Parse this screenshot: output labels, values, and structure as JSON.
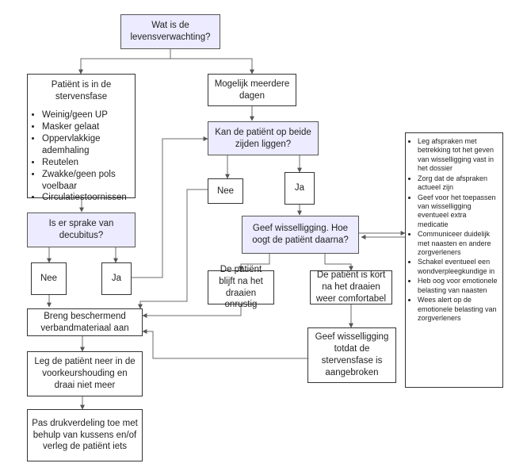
{
  "nodes": {
    "life_expectancy_question": "Wat is de levensverwachting?",
    "dying_phase": {
      "title": "Patiënt is in de stervensfase",
      "items": [
        "Weinig/geen UP",
        "Masker gelaat",
        "Oppervlakkige ademhaling",
        "Reutelen",
        "Zwakke/geen pols voelbaar",
        "Circulatiestoornissen"
      ]
    },
    "several_days": "Mogelijk meerdere dagen",
    "both_sides_question": "Kan de patiënt op beide zijden liggen?",
    "nee_1": "Nee",
    "ja_1": "Ja",
    "decubitus_question": "Is er sprake van decubitus?",
    "nee_2": "Nee",
    "ja_2": "Ja",
    "reposition_question": "Geef wisselligging. Hoe oogt de patiënt daarna?",
    "restless": "De patiënt blijft na het draaien onrustig",
    "comfortable": "De patiënt is kort na het draaien weer comfortabel",
    "protective_dressing": "Breng beschermend verbandmateriaal aan",
    "preferred_position": "Leg de patiënt neer in de voorkeurshouding en draai niet meer",
    "pressure_distribution": "Pas drukverdeling toe met behulp van kussens en/of verleg de patiënt iets",
    "reposition_until": "Geef wisselligging totdat de stervensfase is aangebroken",
    "advice_items": [
      "Leg afspraken met betrekking tot het geven van wisselligging vast in het dossier",
      "Zorg dat de afspraken actueel zijn",
      "Geef voor het toepassen van wisselligging eventueel extra medicatie",
      "Communiceer duidelijk met naasten en andere zorgverleners",
      "Schakel eventueel een wondverpleegkundige in",
      "Heb oog voor emotionele belasting van naasten",
      "Wees alert op de emotionele belasting van zorgverleners"
    ]
  },
  "colors": {
    "decision_fill": "#ecebff",
    "line": "#6b6b6b",
    "border": "#333333"
  }
}
